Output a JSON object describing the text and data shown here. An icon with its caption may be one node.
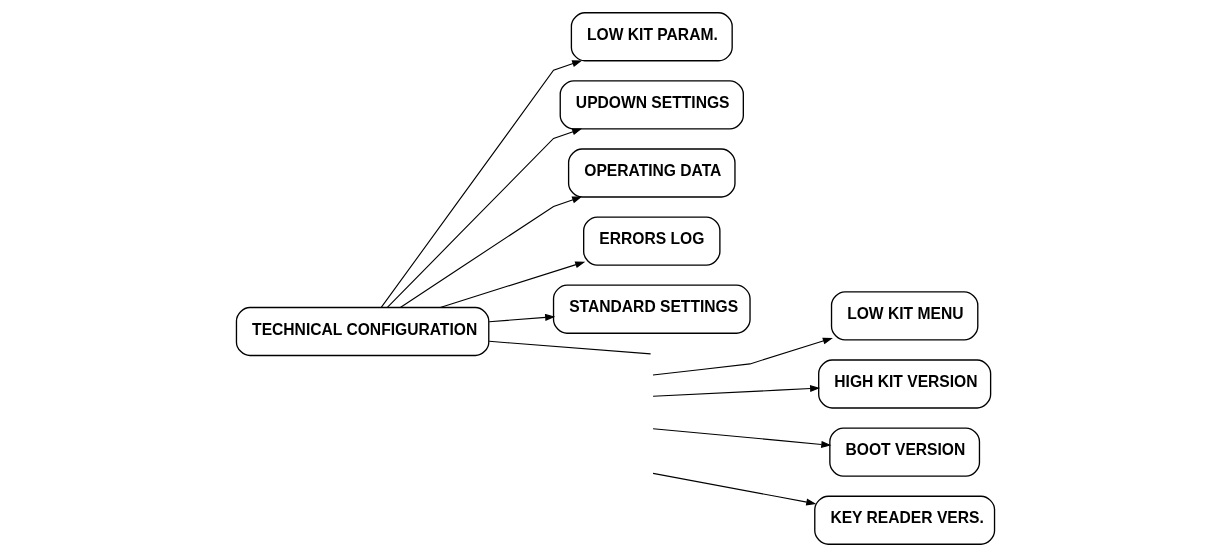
{
  "diagram": {
    "nodes": [
      {
        "text": [
          "TECHNICAL CONFIGURATION"
        ]
      },
      {
        "text": [
          "LOW KIT PARAM."
        ]
      },
      {
        "text": [
          "UPDOWN SETTINGS"
        ]
      },
      {
        "text": [
          "OPERATING DATA"
        ]
      },
      {
        "text": [
          "ERRORS LOG"
        ]
      },
      {
        "text": [
          "STANDARD SETTINGS"
        ]
      },
      {
        "text": [
          "LOW KIT MENU"
        ]
      },
      {
        "text": [
          "HIGH KIT VERSION"
        ]
      },
      {
        "text": [
          "BOOT VERSION"
        ]
      },
      {
        "text": [
          "KEY READER VERS."
        ]
      }
    ],
    "edges": [
      {
        "from": 0,
        "to": 1,
        "arrow": "to"
      },
      {
        "from": 0,
        "to": 2,
        "arrow": "to"
      },
      {
        "from": 0,
        "to": 3,
        "arrow": "to"
      },
      {
        "from": 0,
        "to": 4,
        "arrow": "to"
      },
      {
        "from": 0,
        "to": 5,
        "arrow": "to"
      },
      {
        "from": 0,
        "to": null,
        "arrow": "none"
      },
      {
        "from": null,
        "to": 6,
        "arrow": "to"
      },
      {
        "from": null,
        "to": 7,
        "arrow": "to"
      },
      {
        "from": null,
        "to": 8,
        "arrow": "to"
      },
      {
        "from": null,
        "to": 9,
        "arrow": "to"
      }
    ]
  }
}
